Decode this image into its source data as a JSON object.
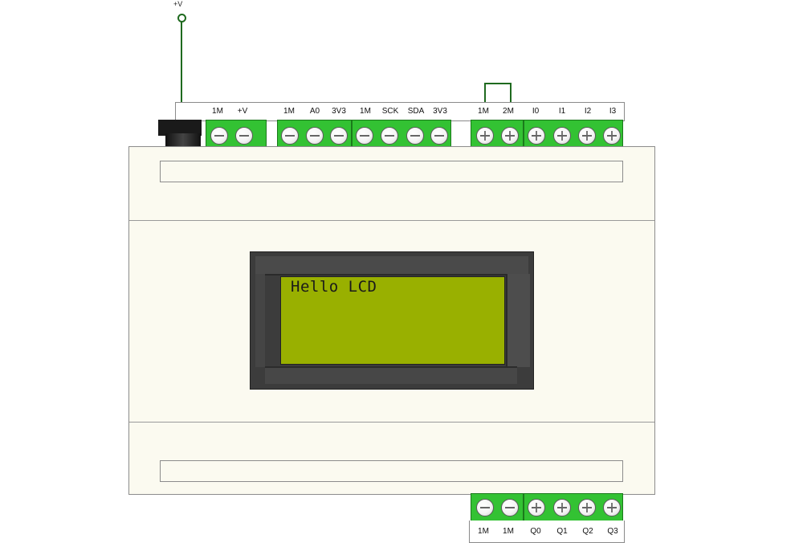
{
  "supply": {
    "label": "+V"
  },
  "top_terminals": [
    {
      "label": "1M"
    },
    {
      "label": "+V"
    },
    {
      "label": "1M"
    },
    {
      "label": "A0"
    },
    {
      "label": "3V3"
    },
    {
      "label": "1M"
    },
    {
      "label": "SCK"
    },
    {
      "label": "SDA"
    },
    {
      "label": "3V3"
    },
    {
      "label": "1M"
    },
    {
      "label": "2M"
    },
    {
      "label": "I0"
    },
    {
      "label": "I1"
    },
    {
      "label": "I2"
    },
    {
      "label": "I3"
    }
  ],
  "bottom_terminals": [
    {
      "label": "1M"
    },
    {
      "label": "1M"
    },
    {
      "label": "Q0"
    },
    {
      "label": "Q1"
    },
    {
      "label": "Q2"
    },
    {
      "label": "Q3"
    }
  ],
  "lcd": {
    "line1": "Hello LCD",
    "line2": ""
  },
  "colors": {
    "terminal": "#33c233",
    "lcd_screen": "#99b000",
    "wire": "#1f6a1f",
    "body": "#fbfaf0"
  }
}
